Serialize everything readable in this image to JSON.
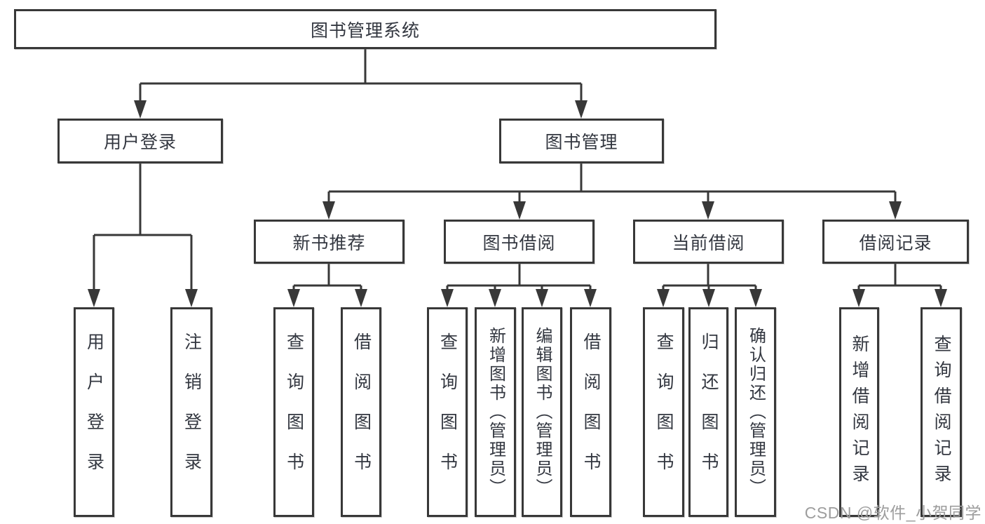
{
  "tree": {
    "label": "图书管理系统",
    "children": [
      {
        "label": "用户登录",
        "children": [
          {
            "label": "用户登录"
          },
          {
            "label": "注销登录"
          }
        ]
      },
      {
        "label": "图书管理",
        "children": [
          {
            "label": "新书推荐",
            "children": [
              {
                "label": "查询图书"
              },
              {
                "label": "借阅图书"
              }
            ]
          },
          {
            "label": "图书借阅",
            "children": [
              {
                "label": "查询图书"
              },
              {
                "label": "新增图书（管理员）"
              },
              {
                "label": "编辑图书（管理员）"
              },
              {
                "label": "借阅图书"
              }
            ]
          },
          {
            "label": "当前借阅",
            "children": [
              {
                "label": "查询图书"
              },
              {
                "label": "归还图书"
              },
              {
                "label": "确认归还（管理员）"
              }
            ]
          },
          {
            "label": "借阅记录",
            "children": [
              {
                "label": "新增借阅记录"
              },
              {
                "label": "查询借阅记录"
              }
            ]
          }
        ]
      }
    ]
  },
  "watermark": "CSDN @软件_小贺同学",
  "colors": {
    "line": "#383838",
    "text": "#333740",
    "watermark": "#9d9d9d",
    "background": "#ffffff"
  }
}
